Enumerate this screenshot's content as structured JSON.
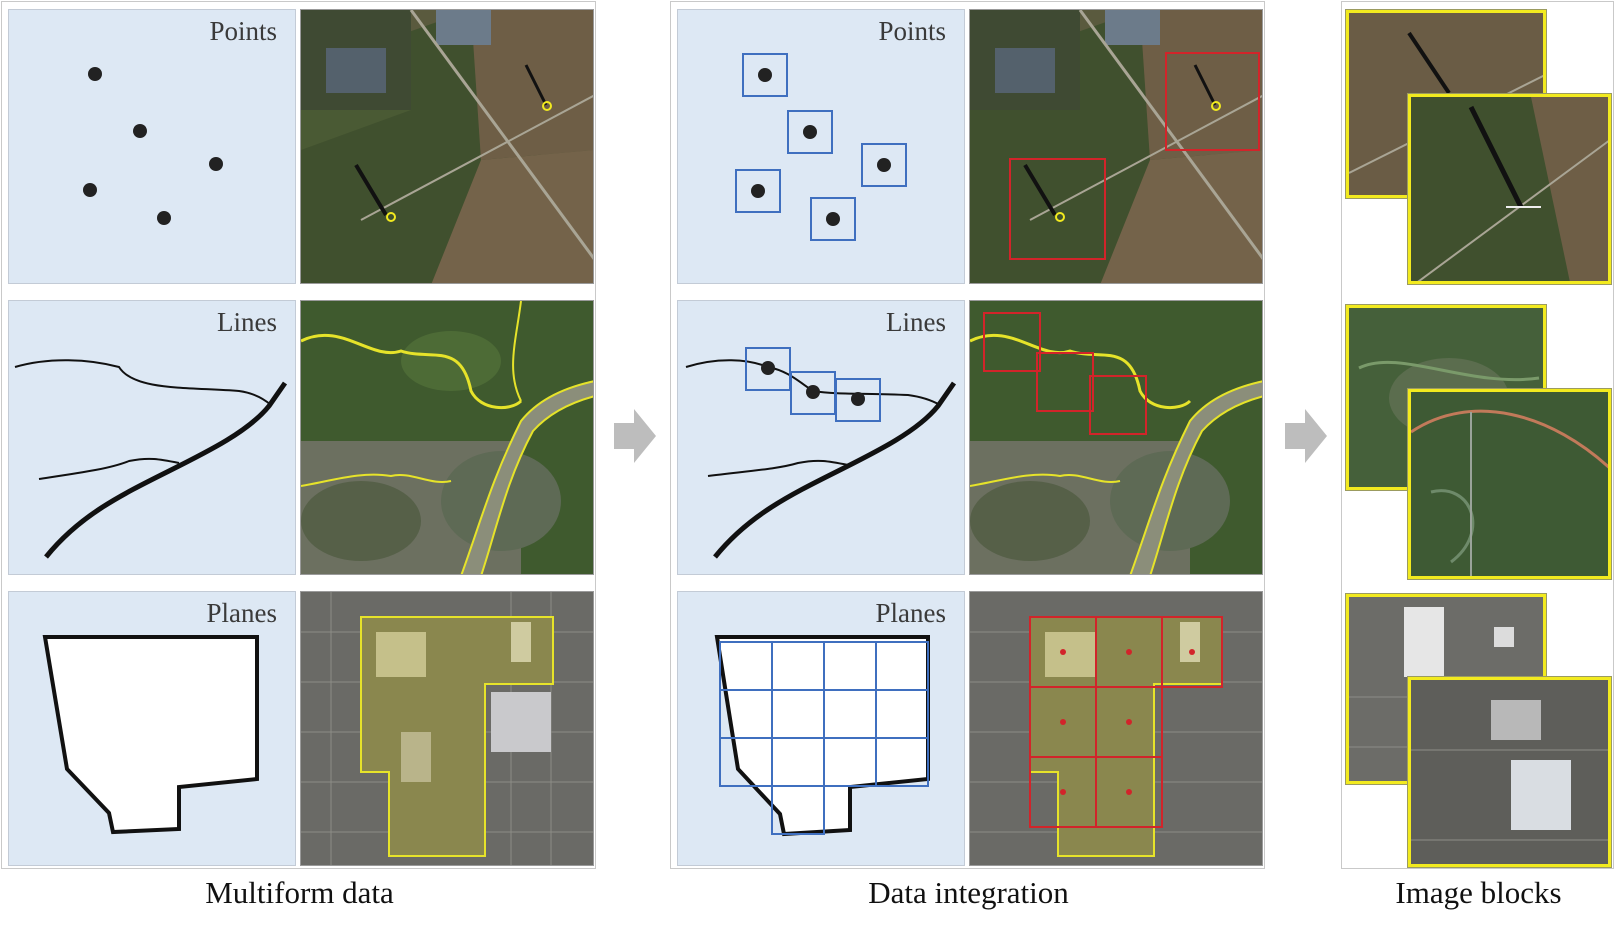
{
  "sections": {
    "multiform": {
      "caption": "Multiform data"
    },
    "integration": {
      "caption": "Data integration"
    },
    "blocks": {
      "caption": "Image blocks"
    }
  },
  "rows": [
    {
      "label": "Points"
    },
    {
      "label": "Lines"
    },
    {
      "label": "Planes"
    }
  ],
  "colors": {
    "panel_bg": "#dde8f4",
    "box_blue": "#3f6fbf",
    "box_red": "#d2242a",
    "highlight_yellow": "#f2ea1f",
    "arrow_gray": "#bdbdbd"
  },
  "icons": [
    "arrow-right-icon"
  ]
}
